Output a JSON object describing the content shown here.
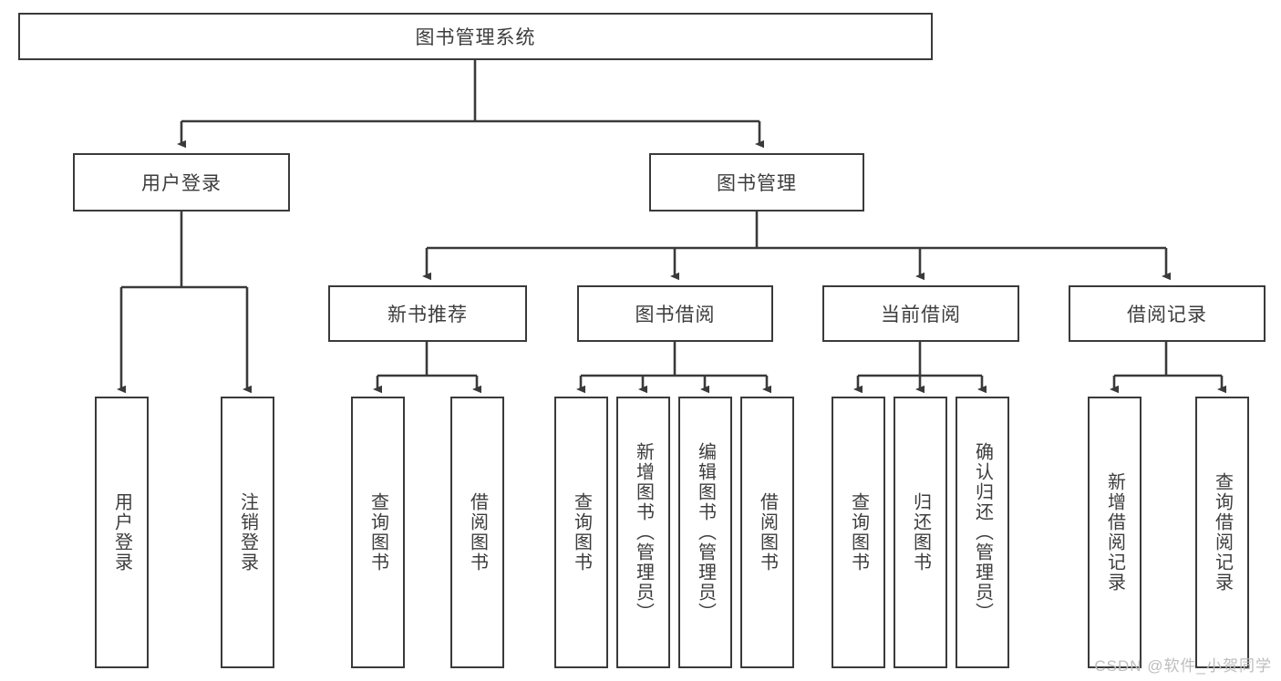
{
  "diagram": {
    "type": "tree-hierarchy-chart",
    "title": "图书管理系统",
    "colors": {
      "box_border": "#3a3a3a",
      "box_fill": "#ffffff",
      "connector": "#3a3a3a",
      "text": "#3d3d3d",
      "watermark": "#bdbdbd",
      "background": "#ffffff"
    },
    "root": {
      "label": "图书管理系统"
    },
    "level2": [
      {
        "label": "用户登录"
      },
      {
        "label": "图书管理"
      }
    ],
    "level3": [
      {
        "label": "新书推荐"
      },
      {
        "label": "图书借阅"
      },
      {
        "label": "当前借阅"
      },
      {
        "label": "借阅记录"
      }
    ],
    "leaves": {
      "user_login": [
        {
          "label": "用户登录"
        },
        {
          "label": "注销登录"
        }
      ],
      "new_book_recommend": [
        {
          "label": "查询图书"
        },
        {
          "label": "借阅图书"
        }
      ],
      "book_borrow": [
        {
          "label": "查询图书"
        },
        {
          "label": "新增图书（管理员）"
        },
        {
          "label": "编辑图书（管理员）"
        },
        {
          "label": "借阅图书"
        }
      ],
      "current_borrow": [
        {
          "label": "查询图书"
        },
        {
          "label": "归还图书"
        },
        {
          "label": "确认归还（管理员）"
        }
      ],
      "borrow_record": [
        {
          "label": "新增借阅记录"
        },
        {
          "label": "查询借阅记录"
        }
      ]
    },
    "watermark": "CSDN @软件_小贺同学"
  }
}
